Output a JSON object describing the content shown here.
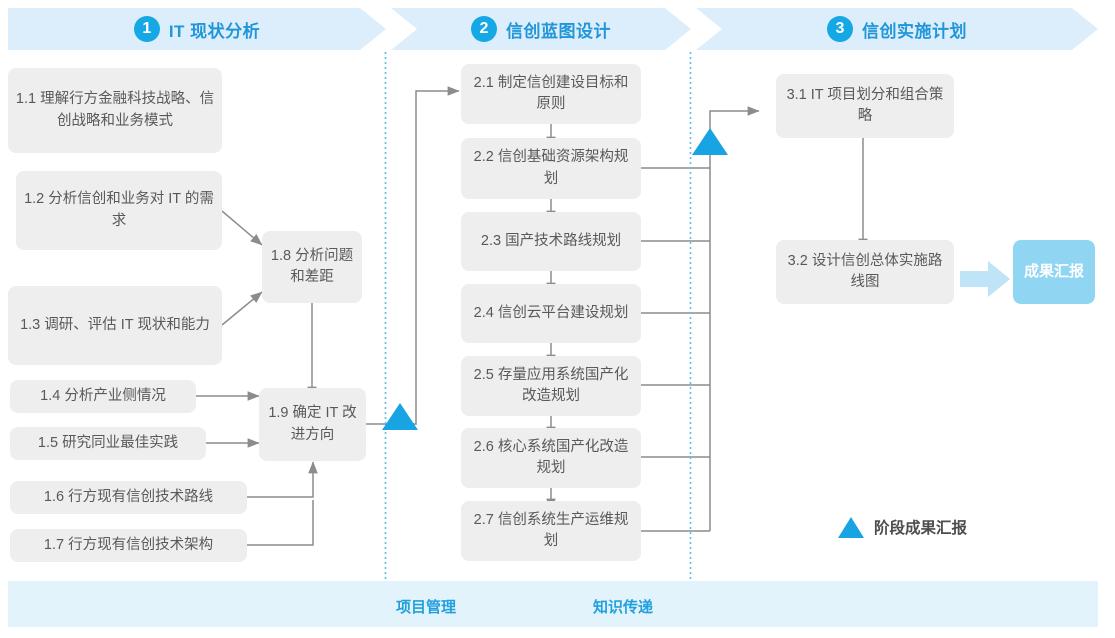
{
  "phases": [
    {
      "number": "1",
      "title": "IT 现状分析"
    },
    {
      "number": "2",
      "title": "信创蓝图设计"
    },
    {
      "number": "3",
      "title": "信创实施计划"
    }
  ],
  "phase1_tasks": [
    {
      "id": "1.1",
      "text": "1.1 理解行方金融科技战略、信创战略和业务模式"
    },
    {
      "id": "1.2",
      "text": "1.2 分析信创和业务对 IT 的需求"
    },
    {
      "id": "1.3",
      "text": "1.3 调研、评估 IT 现状和能力"
    },
    {
      "id": "1.4",
      "text": "1.4 分析产业侧情况"
    },
    {
      "id": "1.5",
      "text": "1.5 研究同业最佳实践"
    },
    {
      "id": "1.6",
      "text": "1.6 行方现有信创技术路线"
    },
    {
      "id": "1.7",
      "text": "1.7 行方现有信创技术架构"
    },
    {
      "id": "1.8",
      "text": "1.8 分析问题和差距"
    },
    {
      "id": "1.9",
      "text": "1.9 确定 IT 改进方向"
    }
  ],
  "phase2_tasks": [
    {
      "id": "2.1",
      "text": "2.1 制定信创建设目标和原则"
    },
    {
      "id": "2.2",
      "text": "2.2 信创基础资源架构规划"
    },
    {
      "id": "2.3",
      "text": "2.3 国产技术路线规划"
    },
    {
      "id": "2.4",
      "text": "2.4 信创云平台建设规划"
    },
    {
      "id": "2.5",
      "text": "2.5 存量应用系统国产化改造规划"
    },
    {
      "id": "2.6",
      "text": "2.6 核心系统国产化改造规划"
    },
    {
      "id": "2.7",
      "text": "2.7 信创系统生产运维规划"
    }
  ],
  "phase3_tasks": [
    {
      "id": "3.1",
      "text": "3.1 IT 项目划分和组合策略"
    },
    {
      "id": "3.2",
      "text": "3.2 设计信创总体实施路线图"
    }
  ],
  "outcome": {
    "text": "成果汇报"
  },
  "legend": {
    "icon": "blue-triangle-icon",
    "text": "阶段成果汇报"
  },
  "bottom_band": {
    "labels": [
      {
        "text": "项目管理"
      },
      {
        "text": "知识传递"
      }
    ]
  },
  "colors": {
    "band_blue": "#dceefb",
    "bottom_band_blue": "#e3f3fc",
    "accent_blue": "#16a7e5",
    "title_blue": "#2196d8",
    "box_gray": "#eeeeee",
    "box_text": "#595959",
    "outcome_blue": "#90d6f2",
    "connector_gray": "#8c8c8c",
    "dashed_blue": "#5bc0e8",
    "outcome_arrow": "#bfe4f7"
  }
}
